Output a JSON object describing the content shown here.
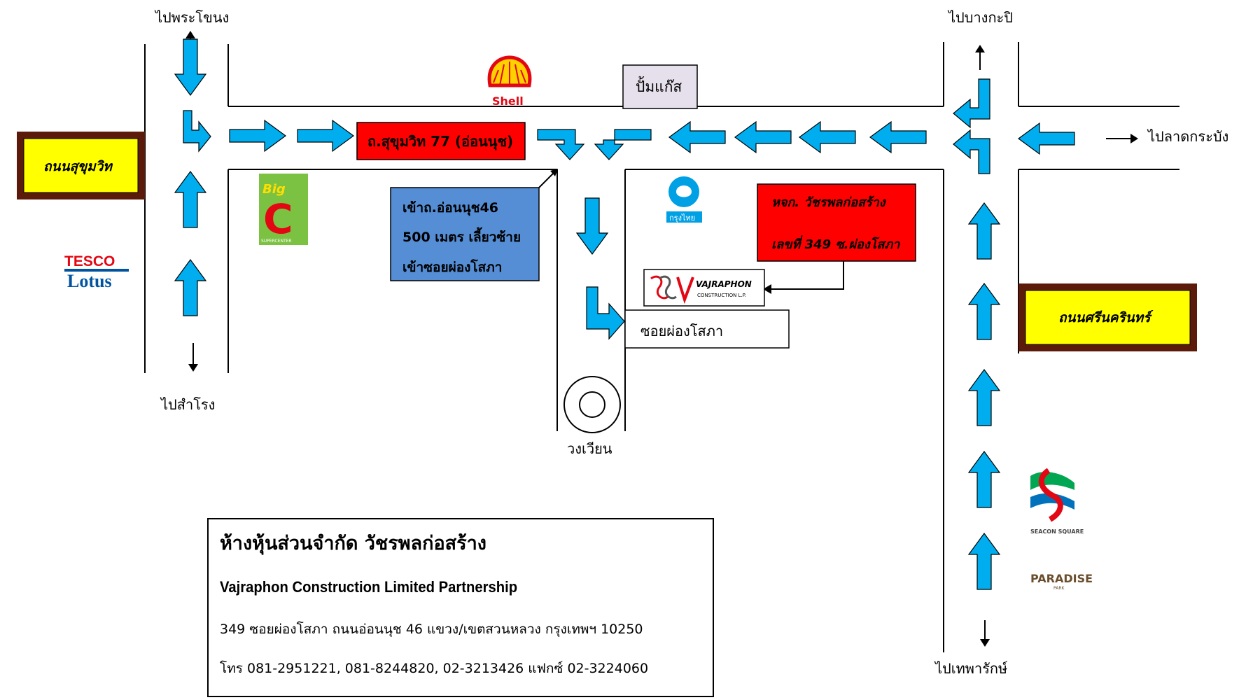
{
  "places": {
    "to_phra_khanong": "ไปพระโขนง",
    "to_samrong": "ไปสำโรง",
    "to_bang_kapi": "ไปบางกะปิ",
    "to_lat_krabang": "ไปลาดกระบัง",
    "to_thepharak": "ไปเทพารักษ์",
    "roundabout": "วงเวียน",
    "gas_station": "ปั้มแก๊ส",
    "soi_phong_sopha": "ซอยผ่องโสภา"
  },
  "roads": {
    "sukhumvit": "ถนนสุขุมวิท",
    "srinakarin": "ถนนศรีนครินทร์",
    "sukhumvit_77": "ถ.สุขุมวิท 77 (อ่อนนุช)"
  },
  "directions": {
    "line1": "เข้าถ.อ่อนนุช46",
    "line2": "500 เมตร เลี้ยวซ้าย",
    "line3": "เข้าซอยผ่องโสภา"
  },
  "company_marker": {
    "line1": "หจก. วัชรพลก่อสร้าง",
    "line2": "เลขที่ 349 ซ.ผ่องโสภา"
  },
  "logos": {
    "shell": "Shell",
    "bigc_top": "Big",
    "bigc_letter": "C",
    "bigc_sub": "SUPERCENTER",
    "tesco": "TESCO",
    "lotus": "Lotus",
    "ktb": "กรุงไทย",
    "vajraphon_top": "VAJRAPHON",
    "vajraphon_sub": "CONSTRUCTION L.P.",
    "seacon": "SEACON SQUARE",
    "paradise": "PARADISE",
    "paradise_sub": "PARK"
  },
  "info": {
    "thai_name": "ห้างหุ้นส่วนจำกัด วัชรพลก่อสร้าง",
    "english_name": "Vajraphon Construction Limited Partnership",
    "address": "349 ซอยผ่องโสภา ถนนอ่อนนุช 46 แขวง/เขตสวนหลวง กรุงเทพฯ 10250",
    "phone": "โทร 081-2951221, 081-8244820, 02-3213426 แฟกซ์ 02-3224060"
  },
  "colors": {
    "arrow": "#00aeef",
    "red_box": "#ff0000",
    "blue_box": "#558ed5",
    "yellow_box": "#ffff00",
    "brown_border": "#5c1a0b",
    "gas_box": "#e6e0ec"
  }
}
